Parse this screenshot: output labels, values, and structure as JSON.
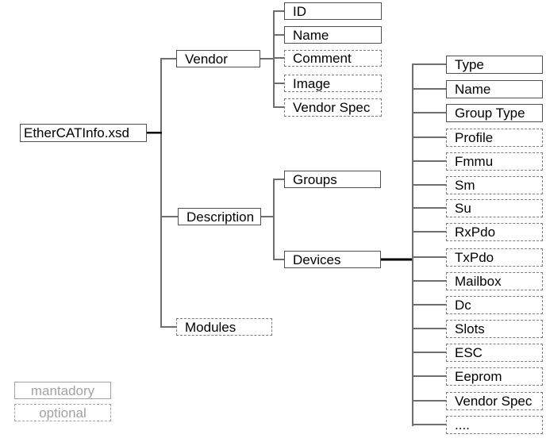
{
  "colors": {
    "background": "#ffffff",
    "node_text": "#000000",
    "mandatory_border": "#4f4f4f",
    "optional_border": "#7c7c7c",
    "connector": "#6e6e6e",
    "emphasis_connector": "#000000",
    "legend": "#a2a2a2"
  },
  "diagram": {
    "root": {
      "label": "EtherCATInfo.xsd",
      "type": "mandatory"
    },
    "level1": [
      {
        "label": "Vendor",
        "type": "mandatory"
      },
      {
        "label": "Description",
        "type": "mandatory"
      },
      {
        "label": "Modules",
        "type": "optional"
      }
    ],
    "vendor_children": [
      {
        "label": "ID",
        "type": "mandatory"
      },
      {
        "label": "Name",
        "type": "mandatory"
      },
      {
        "label": "Comment",
        "type": "optional"
      },
      {
        "label": "Image",
        "type": "optional"
      },
      {
        "label": "Vendor Spec",
        "type": "optional"
      }
    ],
    "description_children": [
      {
        "label": "Groups",
        "type": "mandatory"
      },
      {
        "label": "Devices",
        "type": "mandatory"
      }
    ],
    "devices_children": [
      {
        "label": "Type",
        "type": "mandatory"
      },
      {
        "label": "Name",
        "type": "mandatory"
      },
      {
        "label": "Group Type",
        "type": "mandatory"
      },
      {
        "label": "Profile",
        "type": "optional"
      },
      {
        "label": "Fmmu",
        "type": "optional"
      },
      {
        "label": "Sm",
        "type": "optional"
      },
      {
        "label": "Su",
        "type": "optional"
      },
      {
        "label": "RxPdo",
        "type": "optional"
      },
      {
        "label": "TxPdo",
        "type": "optional"
      },
      {
        "label": "Mailbox",
        "type": "optional"
      },
      {
        "label": "Dc",
        "type": "optional"
      },
      {
        "label": "Slots",
        "type": "optional"
      },
      {
        "label": "ESC",
        "type": "optional"
      },
      {
        "label": "Eeprom",
        "type": "optional"
      },
      {
        "label": "Vendor Spec",
        "type": "optional"
      },
      {
        "label": "....",
        "type": "optional"
      }
    ],
    "legend": {
      "mandatory_label": "mantadory",
      "optional_label": "optional"
    }
  }
}
